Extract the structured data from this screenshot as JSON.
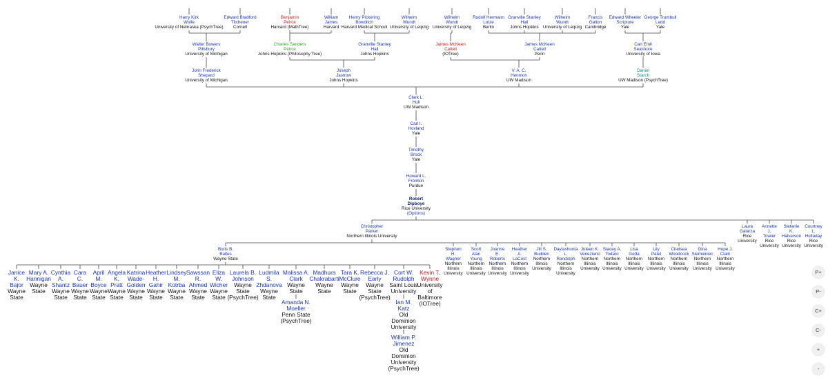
{
  "colors": {
    "line": "#444444",
    "name": "#1a33c0",
    "red": "#d01818",
    "green": "#3c9b2a",
    "teal": "#15808a"
  },
  "nodes": {
    "wolfe": {
      "name": [
        "Harry Kirk",
        "Wolfe"
      ],
      "aff": [
        "University of Nebraska (PsychTree)"
      ]
    },
    "titchener": {
      "name": [
        "Edward Bradford",
        "Titchener"
      ],
      "aff": [
        "Cornell"
      ]
    },
    "peirce_b": {
      "name": [
        "Benjamin",
        "Peirce"
      ],
      "aff": [
        "Harvard (MathTree)"
      ]
    },
    "james_w": {
      "name": [
        "William",
        "James"
      ],
      "aff": [
        "Harvard"
      ]
    },
    "bowditch": {
      "name": [
        "Henry Pickering",
        "Bowditch"
      ],
      "aff": [
        "Harvard Medical School"
      ]
    },
    "wundt1": {
      "name": [
        "Wilhelm",
        "Wundt"
      ],
      "aff": [
        "University of Leipzig"
      ]
    },
    "wundt2": {
      "name": [
        "Wilhelm",
        "Wundt"
      ],
      "aff": [
        "University of Leipzig"
      ]
    },
    "lotze": {
      "name": [
        "Rudolf Hermann",
        "Lotze"
      ],
      "aff": [
        "Berlin"
      ]
    },
    "hall1": {
      "name": [
        "Granville Stanley",
        "Hall"
      ],
      "aff": [
        "Johns Hopkins"
      ]
    },
    "wundt3": {
      "name": [
        "Wilhelm",
        "Wundt"
      ],
      "aff": [
        "University of Leipzig"
      ]
    },
    "galton": {
      "name": [
        "Francis",
        "Galton"
      ],
      "aff": [
        "Cambridge"
      ]
    },
    "scripture": {
      "name": [
        "Edward Wheeler",
        "Scripture"
      ],
      "aff": [
        "Yale"
      ]
    },
    "ladd": {
      "name": [
        "George Trumbull",
        "Ladd"
      ],
      "aff": [
        "Yale"
      ]
    },
    "pillsbury": {
      "name": [
        "Walter Bowers",
        "Pillsbury"
      ],
      "aff": [
        "University of Michigan"
      ]
    },
    "peirce_c": {
      "name": [
        "Charles Sanders",
        "Peirce"
      ],
      "aff": [
        "Johns Hopkins (Philosophy Tree)"
      ]
    },
    "hall2": {
      "name": [
        "Granville Stanley",
        "Hall"
      ],
      "aff": [
        "Johns Hopkins"
      ]
    },
    "cattell_io": {
      "name": [
        "James McKeen",
        "Cattell"
      ],
      "aff": [
        "(IOTree)"
      ]
    },
    "cattell_penn": {
      "name": [
        "James McKeen",
        "Cattell"
      ],
      "aff": [
        "Penn"
      ]
    },
    "seashore": {
      "name": [
        "Carl Emil",
        "Seashore"
      ],
      "aff": [
        "University of Iowa"
      ]
    },
    "shepard": {
      "name": [
        "John Frederick",
        "Shepard"
      ],
      "aff": [
        "University of Michigan"
      ]
    },
    "jastrow": {
      "name": [
        "Joseph",
        "Jastrow"
      ],
      "aff": [
        "Johns Hopkins"
      ]
    },
    "henmon": {
      "name": [
        "V. A. C.",
        "Henmon"
      ],
      "aff": [
        "UW Madison"
      ]
    },
    "starch": {
      "name": [
        "Daniel",
        "Starch"
      ],
      "aff": [
        "UW Madison (PsychTree)"
      ]
    },
    "hull": {
      "name": [
        "Clark L.",
        "Hull"
      ],
      "aff": [
        "UW Madison"
      ]
    },
    "hovland": {
      "name": [
        "Carl I.",
        "Hovland"
      ],
      "aff": [
        "Yale"
      ]
    },
    "brock": {
      "name": [
        "Timothy",
        "Brock"
      ],
      "aff": [
        "Yale"
      ]
    },
    "fromkin": {
      "name": [
        "Howard L.",
        "Fromkin"
      ],
      "aff": [
        "Purdue"
      ]
    },
    "dipboye": {
      "name": [
        "Robert",
        "Dipboye"
      ],
      "aff": [
        "Rice University"
      ],
      "option": "(Options)"
    },
    "parker": {
      "name": [
        "Christopher",
        "Parker"
      ],
      "aff": [
        "Northern Illinois University"
      ]
    },
    "galarza": {
      "name": [
        "Laura",
        "Galarza"
      ],
      "aff": [
        "Rice",
        "University"
      ]
    },
    "towler": {
      "name": [
        "Annette",
        "J.",
        "Towler"
      ],
      "aff": [
        "Rice",
        "University"
      ]
    },
    "halverson": {
      "name": [
        "Stefanie",
        "K.",
        "Halverson"
      ],
      "aff": [
        "Rice",
        "University"
      ]
    },
    "holladay": {
      "name": [
        "Courtney",
        "L.",
        "Holladay"
      ],
      "aff": [
        "Rice",
        "University"
      ]
    },
    "baltes": {
      "name": [
        "Boris B.",
        "Baltes"
      ],
      "aff": [
        "Wayne State"
      ]
    },
    "wagner": {
      "name": [
        "Stephen",
        "H.",
        "Wagner"
      ],
      "aff": [
        "Northern",
        "Illinois",
        "University"
      ]
    },
    "young": {
      "name": [
        "Scott",
        "Alan",
        "Young"
      ],
      "aff": [
        "Northern",
        "Illinois",
        "University"
      ]
    },
    "roberts": {
      "name": [
        "Joanne",
        "E.",
        "Roberts"
      ],
      "aff": [
        "Northern",
        "Illinois",
        "University"
      ]
    },
    "lacost": {
      "name": [
        "Heather",
        "A.",
        "LaCost"
      ],
      "aff": [
        "Northern",
        "Illinois",
        "University"
      ]
    },
    "budden": {
      "name": [
        "Jill S.",
        "Budden"
      ],
      "aff": [
        "Northern",
        "Illinois",
        "University"
      ]
    },
    "randolph": {
      "name": [
        "Daylashunta",
        "L.",
        "Randolph"
      ],
      "aff": [
        "Northern",
        "Illinois",
        "University"
      ]
    },
    "veneziano": {
      "name": [
        "Juleen K.",
        "Veneziano"
      ],
      "aff": [
        "Northern",
        "Illinois",
        "University"
      ]
    },
    "todaro": {
      "name": [
        "Stacey A.",
        "Todaro"
      ],
      "aff": [
        "Northern",
        "Illinois",
        "University"
      ]
    },
    "getta": {
      "name": [
        "Lisa",
        "Getta"
      ],
      "aff": [
        "Northern",
        "Illinois",
        "University"
      ]
    },
    "patel": {
      "name": [
        "Lily",
        "Patel"
      ],
      "aff": [
        "Northern",
        "Illinois",
        "University"
      ]
    },
    "woodcock": {
      "name": [
        "Chelsea",
        "Woodcock"
      ],
      "aff": [
        "Northern",
        "Illinois",
        "University"
      ]
    },
    "siemieniec": {
      "name": [
        "Gina",
        "Siemieniec"
      ],
      "aff": [
        "Northern",
        "Illinois",
        "University"
      ]
    },
    "clark_h": {
      "name": [
        "Hope J.",
        "Clark"
      ],
      "aff": [
        "Northern",
        "Illinois",
        "University"
      ]
    },
    "bajor": {
      "name": [
        "Janice",
        "K.",
        "Bajor"
      ],
      "aff": [
        "Wayne",
        "State"
      ]
    },
    "hannigan": {
      "name": [
        "Mary A.",
        "Hannigan"
      ],
      "aff": [
        "Wayne",
        "State"
      ]
    },
    "shantz": {
      "name": [
        "Cynthia",
        "A.",
        "Shantz"
      ],
      "aff": [
        "Wayne",
        "State"
      ]
    },
    "bauer": {
      "name": [
        "Cara",
        "C.",
        "Bauer"
      ],
      "aff": [
        "Wayne",
        "State"
      ]
    },
    "boyce": {
      "name": [
        "April",
        "M.",
        "Boyce"
      ],
      "aff": [
        "Wayne",
        "State"
      ]
    },
    "pratt": {
      "name": [
        "Angela",
        "K.",
        "Pratt"
      ],
      "aff": [
        "Wayne",
        "State"
      ]
    },
    "golden": {
      "name": [
        "Katrina",
        "Wade-",
        "Golden"
      ],
      "aff": [
        "Wayne",
        "State"
      ]
    },
    "gahir": {
      "name": [
        "Heather",
        "H.",
        "Gahir"
      ],
      "aff": [
        "Wayne",
        "State"
      ]
    },
    "kotrba": {
      "name": [
        "Lindsey",
        "M.",
        "Kotrba"
      ],
      "aff": [
        "Wayne",
        "State"
      ]
    },
    "ahmed": {
      "name": [
        "Sawssan",
        "R.",
        "Ahmed"
      ],
      "aff": [
        "Wayne",
        "State"
      ]
    },
    "wicher": {
      "name": [
        "Eliza",
        "W.",
        "Wicher"
      ],
      "aff": [
        "Wayne",
        "State"
      ]
    },
    "johnson": {
      "name": [
        "Laurela B.",
        "Johnson"
      ],
      "aff": [
        "Wayne",
        "State",
        "(PsychTree)"
      ]
    },
    "zhdanova": {
      "name": [
        "Ludmila",
        "S.",
        "Zhdanova"
      ],
      "aff": [
        "Wayne",
        "State"
      ]
    },
    "clark_m": {
      "name": [
        "Malissa A.",
        "Clark"
      ],
      "aff": [
        "Wayne",
        "State"
      ]
    },
    "chakrabarti": {
      "name": [
        "Madhura",
        "Chakrabarti"
      ],
      "aff": [
        "Wayne",
        "State"
      ]
    },
    "mcclure": {
      "name": [
        "Tara K.",
        "McClure"
      ],
      "aff": [
        "Wayne",
        "State"
      ]
    },
    "early": {
      "name": [
        "Rebecca J.",
        "Early"
      ],
      "aff": [
        "Wayne",
        "State",
        "(PsychTree)"
      ]
    },
    "rudolph": {
      "name": [
        "Cort W.",
        "Rudolph"
      ],
      "aff": [
        "Saint Louis",
        "University"
      ]
    },
    "wynne": {
      "name": [
        "Kevin T.",
        "Wynne"
      ],
      "aff": [
        "University",
        "of",
        "Baltimore",
        "(IOTree)"
      ]
    },
    "moeller": {
      "name": [
        "Amanda N.",
        "Moeller"
      ],
      "aff": [
        "Penn State",
        "(PsychTree)"
      ]
    },
    "katz": {
      "name": [
        "Ian M.",
        "Katz"
      ],
      "aff": [
        "Old",
        "Dominion",
        "University"
      ]
    },
    "jimenez": {
      "name": [
        "William P.",
        "Jimenez"
      ],
      "aff": [
        "Old",
        "Dominion",
        "University",
        "(PsychTree)"
      ]
    }
  },
  "controls": [
    {
      "key": "p_plus",
      "label": "P+"
    },
    {
      "key": "p_minus",
      "label": "P-"
    },
    {
      "key": "c_plus",
      "label": "C+"
    },
    {
      "key": "c_minus",
      "label": "C-"
    },
    {
      "key": "zoom_in",
      "label": "+"
    },
    {
      "key": "zoom_out",
      "label": "-"
    }
  ]
}
